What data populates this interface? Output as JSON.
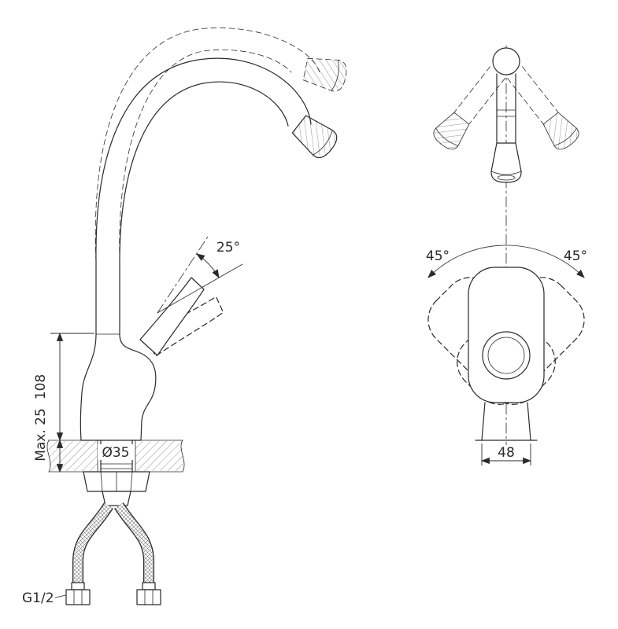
{
  "colors": {
    "line": "#2a2a2a",
    "background": "#ffffff",
    "hatch": "#666666"
  },
  "side_view": {
    "handle_angle_label": "25°",
    "body_height_label": "108",
    "deck_thickness_label": "Max. 25",
    "mounting_hole_label": "Ø35",
    "thread_label": "G1/2"
  },
  "front_view": {
    "swivel_left_label": "45°",
    "swivel_right_label": "45°",
    "base_width_label": "48"
  }
}
